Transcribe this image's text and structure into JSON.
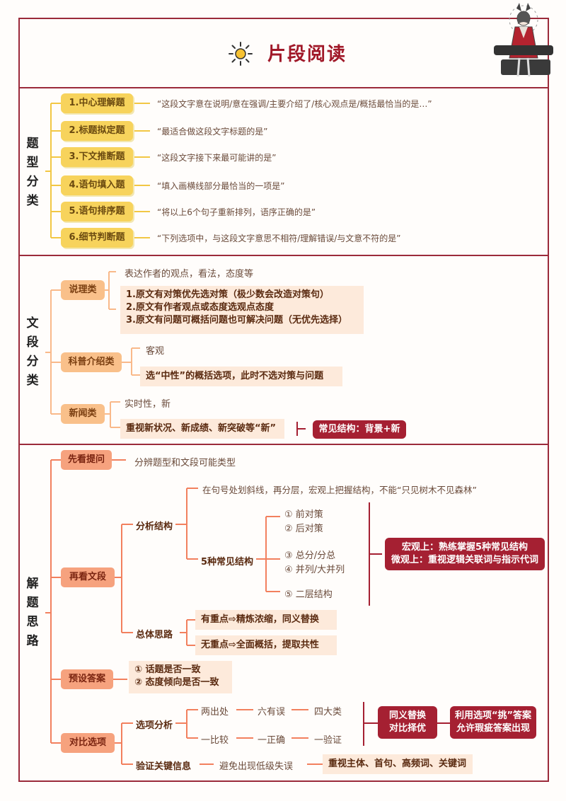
{
  "title": "片段阅读",
  "s1": {
    "title": "题型分类",
    "items": [
      {
        "label": "1.中心理解题",
        "quote": "“这段文字意在说明/意在强调/主要介绍了/核心观点是/概括最恰当的是…”"
      },
      {
        "label": "2.标题拟定题",
        "quote": "“最适合做这段文字标题的是”"
      },
      {
        "label": "3.下文推断题",
        "quote": "“这段文字接下来最可能讲的是”"
      },
      {
        "label": "4.语句填入题",
        "quote": "“填入画横线部分最恰当的一项是”"
      },
      {
        "label": "5.语句排序题",
        "quote": "“将以上6个句子重新排列，语序正确的是”"
      },
      {
        "label": "6.细节判断题",
        "quote": "“下列选项中，与这段文字意思不相符/理解错误/与文意不符的是”"
      }
    ]
  },
  "s2": {
    "title": "文段分类",
    "shuoli": {
      "label": "说理类",
      "desc": "表达作者的观点，看法，态度等",
      "rules": [
        "1.原文有对策优先选对策（极少数会改造对策句）",
        "2.原文有作者观点或态度选观点态度",
        "3.原文有问题可概括问题也可解决问题（无优先选择）"
      ]
    },
    "kepu": {
      "label": "科普介绍类",
      "desc": "客观",
      "rule": "选“中性”的概括选项，此时不选对策与问题"
    },
    "xinwen": {
      "label": "新闻类",
      "desc": "实时性，新",
      "rule": "重视新状况、新成绩、新突破等“新”",
      "note": "常见结构：背景+新"
    }
  },
  "s3": {
    "title": "解题思路",
    "xiankan": {
      "label": "先看提问",
      "desc": "分辨题型和文段可能类型"
    },
    "zaikan": {
      "label": "再看文段",
      "fenxi": {
        "label": "分析结构",
        "desc": "在句号处划斜线，再分层，宏观上把握结构，不能“只见树木不见森林”"
      },
      "wuzhong": {
        "label": "5种常见结构",
        "items": [
          "① 前对策",
          "② 后对策",
          "③ 总分/分总",
          "④ 并列/大并列",
          "⑤ 二层结构"
        ]
      },
      "macro": [
        "宏观上：熟练掌握5种常见结构",
        "微观上：重视逻辑关联词与指示代词"
      ],
      "zongti": {
        "label": "总体思路",
        "a": "有重点⇨精炼浓缩，同义替换",
        "b": "无重点⇨全面概括，提取共性"
      }
    },
    "yushe": {
      "label": "预设答案",
      "items": [
        "① 话题是否一致",
        "② 态度倾向是否一致"
      ]
    },
    "duibi": {
      "label": "对比选项",
      "xuanxiang": {
        "label": "选项分析",
        "row1": [
          "两出处",
          "六有误",
          "四大类"
        ],
        "row2": [
          "一比较",
          "一正确",
          "一验证"
        ]
      },
      "box1": [
        "同义替换",
        "对比择优"
      ],
      "box2": [
        "利用选项“挑”答案",
        "允许瑕疵答案出现"
      ],
      "yanzheng": {
        "label": "验证关键信息",
        "mid": "避免出现低级失误",
        "end": "重视主体、首句、高频词、关键词"
      }
    }
  }
}
